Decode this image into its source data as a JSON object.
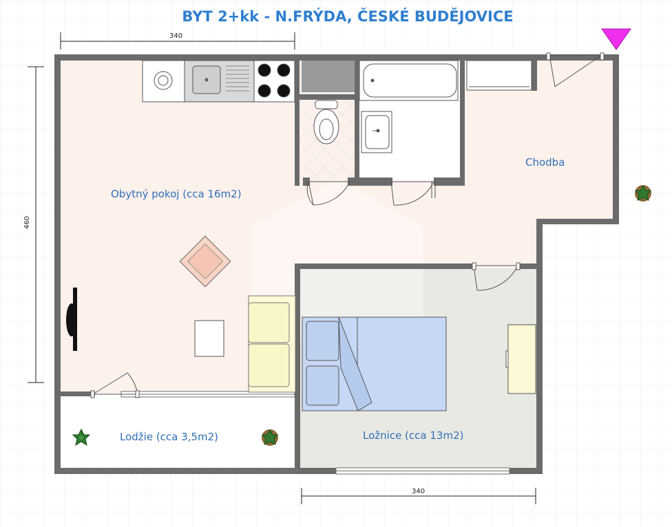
{
  "title": "BYT 2+kk - N.FRÝDA, ČESKÉ BUDĚJOVICE",
  "rooms": {
    "living": "Obytný pokoj (cca 16m2)",
    "hallway": "Chodba",
    "loggia": "Lodžie (cca 3,5m2)",
    "bedroom": "Ložnice (cca 13m2)"
  },
  "dimensions": {
    "top": "340",
    "left": "460",
    "bottom": "340"
  },
  "colors": {
    "wall": "#6b6b6b",
    "living_floor": "#fdf1ec",
    "bedroom_floor": "#e9e9e3",
    "bath_floor": "#ffffff",
    "title": "#2f7fd0",
    "label": "#2f6fb8",
    "entrance_marker": "#ee30ee",
    "bed": "#c6d8f5",
    "sofa": "#fbf9d6",
    "armchair": "#f8d4c4",
    "plant": "#2f7a2f"
  },
  "icons": [
    "entrance-arrow-icon",
    "plant-icon",
    "tv-icon"
  ]
}
